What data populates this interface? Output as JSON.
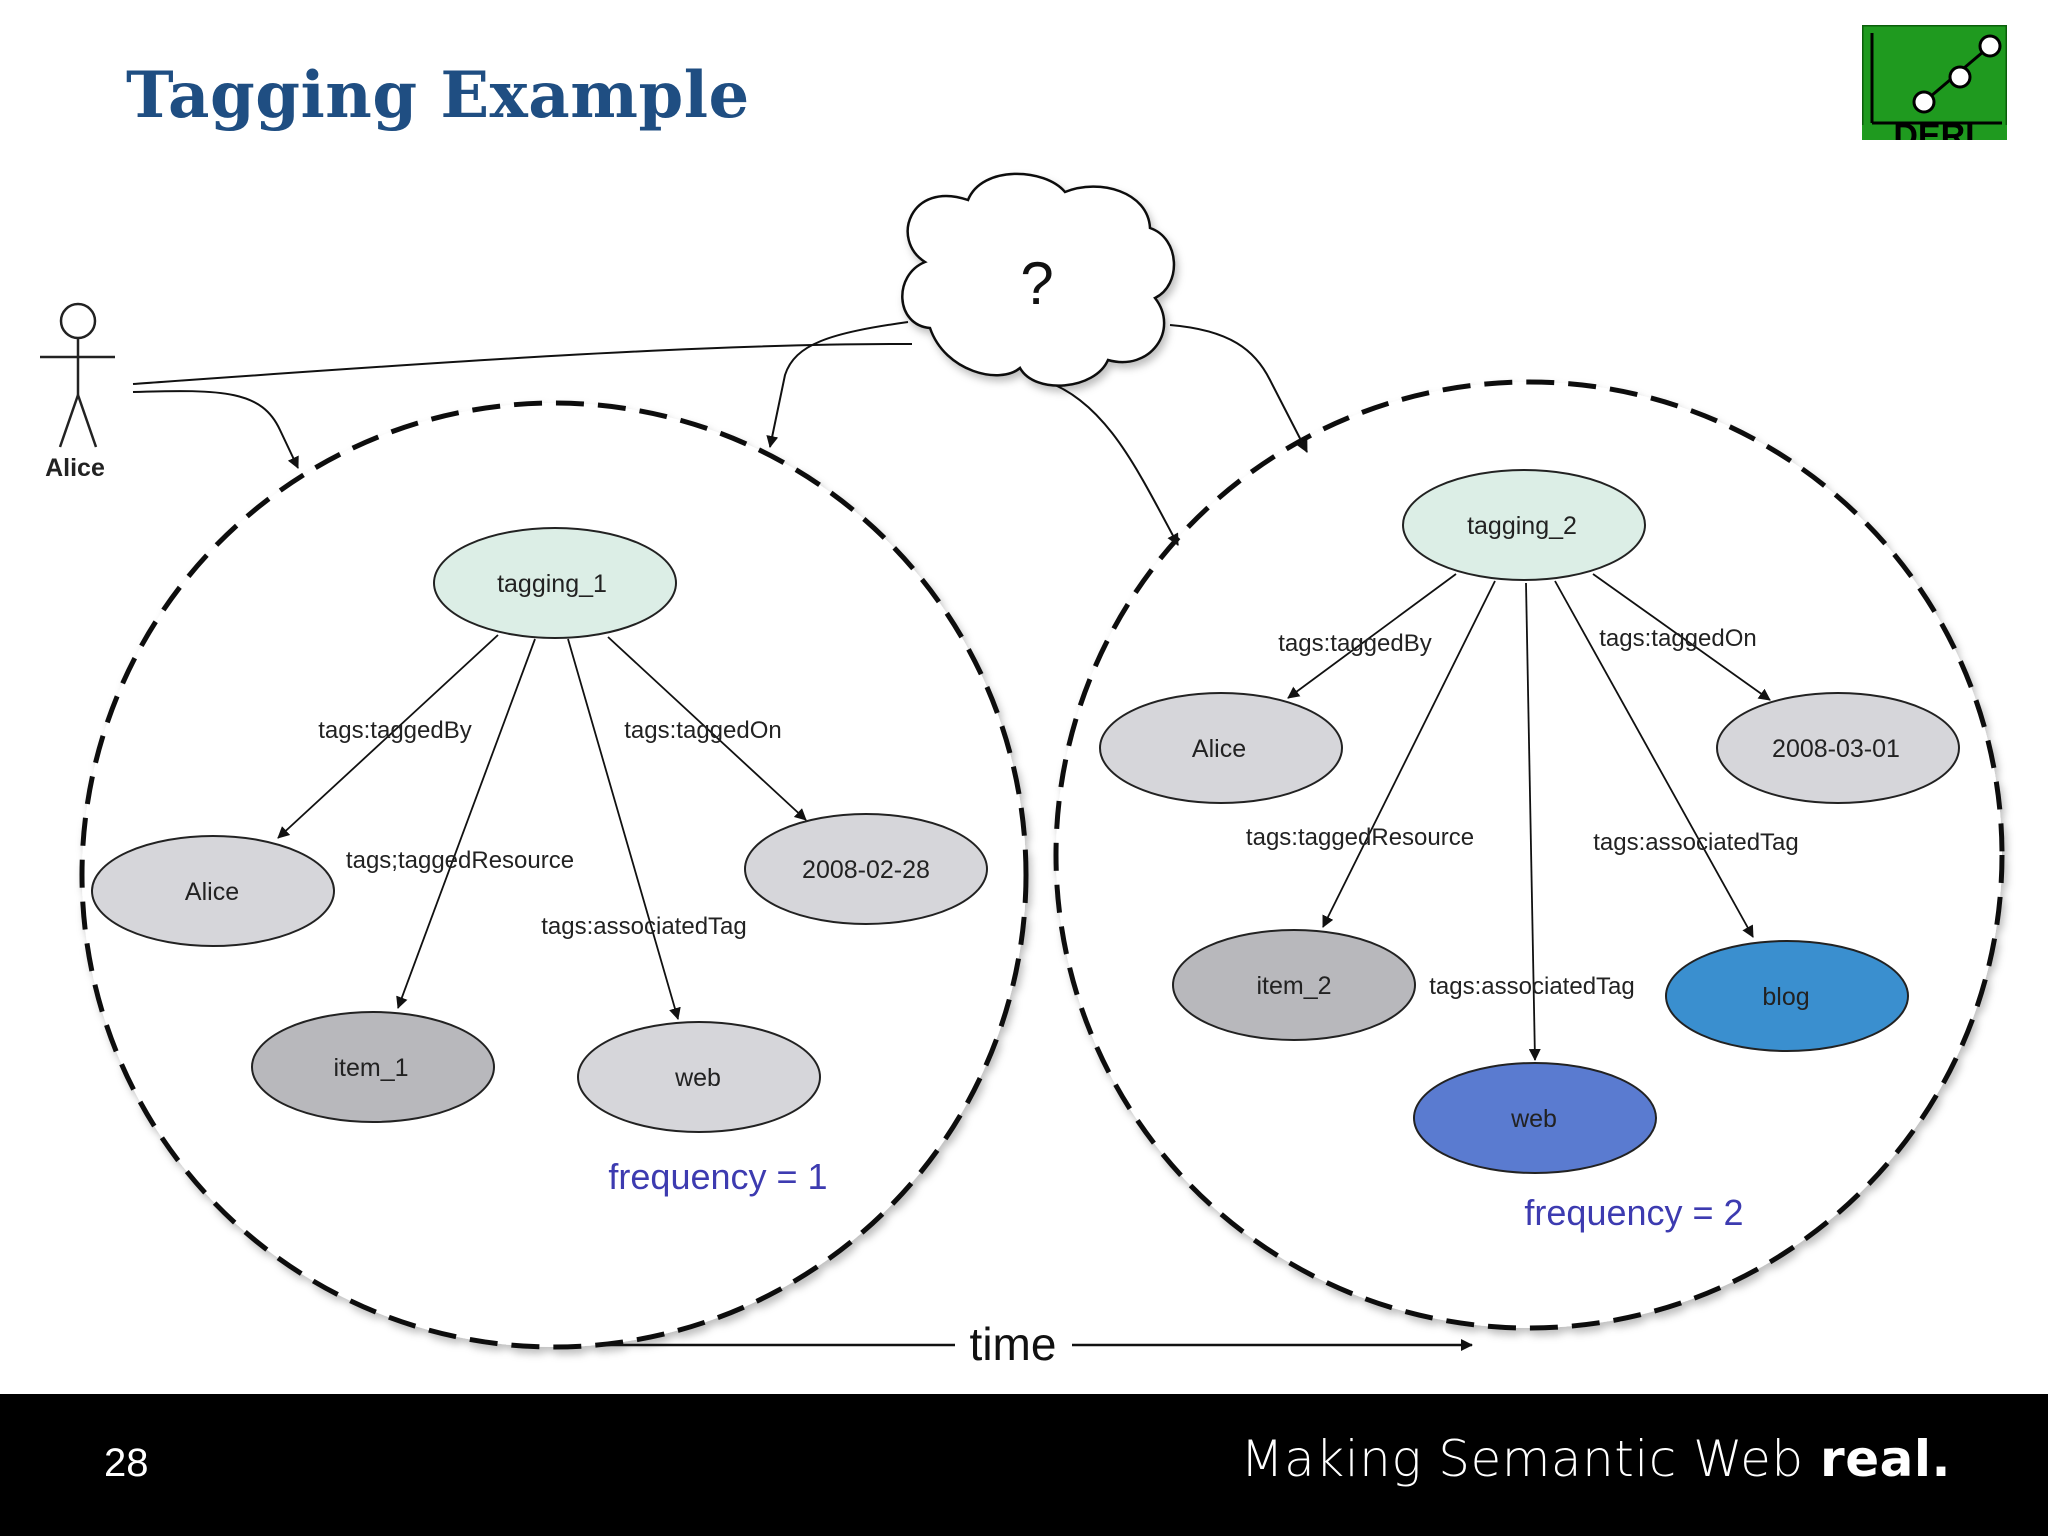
{
  "slide": {
    "title": "Tagging Example",
    "page_number": "28",
    "tagline_regular": "Making Semantic Web ",
    "tagline_bold": "real.",
    "logo_text": "DERI"
  },
  "actor": {
    "label": "Alice"
  },
  "cloud": {
    "label": "?"
  },
  "time_label": "time",
  "tagging1": {
    "center": "tagging_1",
    "nodes": {
      "tagger": "Alice",
      "date": "2008-02-28",
      "resource": "item_1",
      "tag": "web"
    },
    "edges": {
      "tagged_by": "tags:taggedBy",
      "tagged_on": "tags:taggedOn",
      "tagged_resource": "tags;taggedResource",
      "associated_tag": "tags:associatedTag"
    },
    "frequency": "frequency = 1"
  },
  "tagging2": {
    "center": "tagging_2",
    "nodes": {
      "tagger": "Alice",
      "date": "2008-03-01",
      "resource": "item_2",
      "tag_web": "web",
      "tag_blog": "blog"
    },
    "edges": {
      "tagged_by": "tags:taggedBy",
      "tagged_on": "tags:taggedOn",
      "tagged_resource": "tags:taggedResource",
      "associated_tag_web": "tags:associatedTag",
      "associated_tag_blog": "tags:associatedTag"
    },
    "frequency": "frequency = 2"
  },
  "colors": {
    "title": "#1f4e82",
    "center_node": "#dceee6",
    "light_node": "#d6d6da",
    "dark_node": "#b8b8bc",
    "web_tag_2": "#5a7bd0",
    "blog_tag": "#3a8fcf",
    "frequency_text": "#3d3bb0",
    "logo_green": "#1f9a1f"
  }
}
